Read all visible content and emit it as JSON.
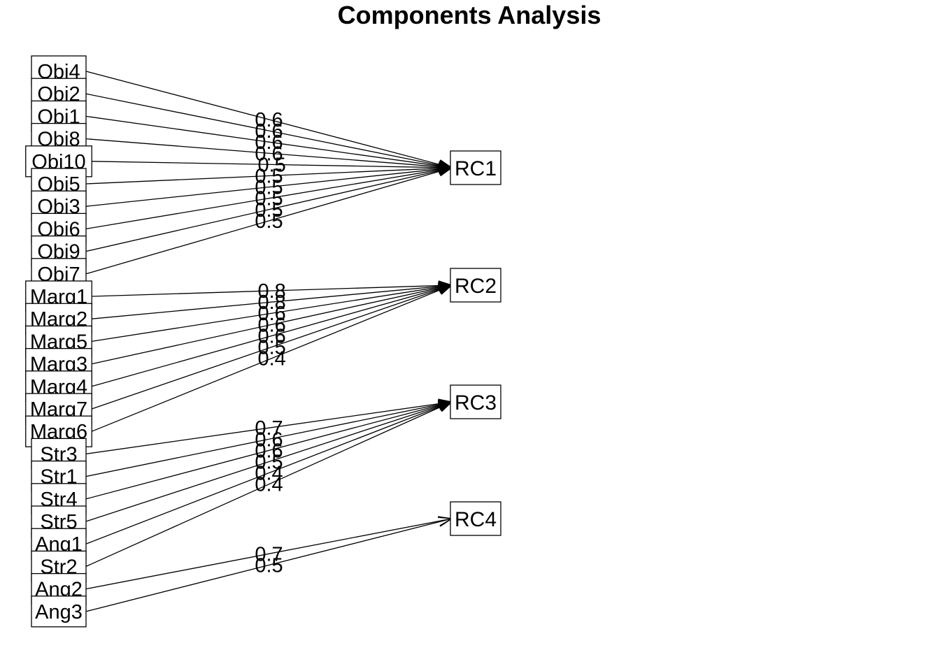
{
  "title": "Components Analysis",
  "factors": [
    {
      "id": "RC1",
      "label": "RC1"
    },
    {
      "id": "RC2",
      "label": "RC2"
    },
    {
      "id": "RC3",
      "label": "RC3"
    },
    {
      "id": "RC4",
      "label": "RC4"
    }
  ],
  "variables": [
    {
      "label": "Obj4",
      "factor": 0,
      "loading": "0.6"
    },
    {
      "label": "Obj2",
      "factor": 0,
      "loading": "0.6"
    },
    {
      "label": "Obj1",
      "factor": 0,
      "loading": "0.6"
    },
    {
      "label": "Obj8",
      "factor": 0,
      "loading": "0.6"
    },
    {
      "label": "Obj10",
      "factor": 0,
      "loading": "0.5"
    },
    {
      "label": "Obj5",
      "factor": 0,
      "loading": "0.5"
    },
    {
      "label": "Obj3",
      "factor": 0,
      "loading": "0.5"
    },
    {
      "label": "Obj6",
      "factor": 0,
      "loading": "0.5"
    },
    {
      "label": "Obj9",
      "factor": 0,
      "loading": "0.5"
    },
    {
      "label": "Obj7",
      "factor": 0,
      "loading": "0.5"
    },
    {
      "label": "Marg1",
      "factor": 1,
      "loading": "0.8"
    },
    {
      "label": "Marg2",
      "factor": 1,
      "loading": "0.8"
    },
    {
      "label": "Marg5",
      "factor": 1,
      "loading": "0.6"
    },
    {
      "label": "Marg3",
      "factor": 1,
      "loading": "0.6"
    },
    {
      "label": "Marg4",
      "factor": 1,
      "loading": "0.6"
    },
    {
      "label": "Marg7",
      "factor": 1,
      "loading": "0.5"
    },
    {
      "label": "Marg6",
      "factor": 1,
      "loading": "0.4"
    },
    {
      "label": "Str3",
      "factor": 2,
      "loading": "0.7"
    },
    {
      "label": "Str1",
      "factor": 2,
      "loading": "0.6"
    },
    {
      "label": "Str4",
      "factor": 2,
      "loading": "0.6"
    },
    {
      "label": "Str5",
      "factor": 2,
      "loading": "0.5"
    },
    {
      "label": "Ang1",
      "factor": 2,
      "loading": "0.4"
    },
    {
      "label": "Str2",
      "factor": 2,
      "loading": "0.4"
    },
    {
      "label": "Ang2",
      "factor": 3,
      "loading": "0.7"
    },
    {
      "label": "Ang3",
      "factor": 3,
      "loading": "0.5"
    }
  ]
}
